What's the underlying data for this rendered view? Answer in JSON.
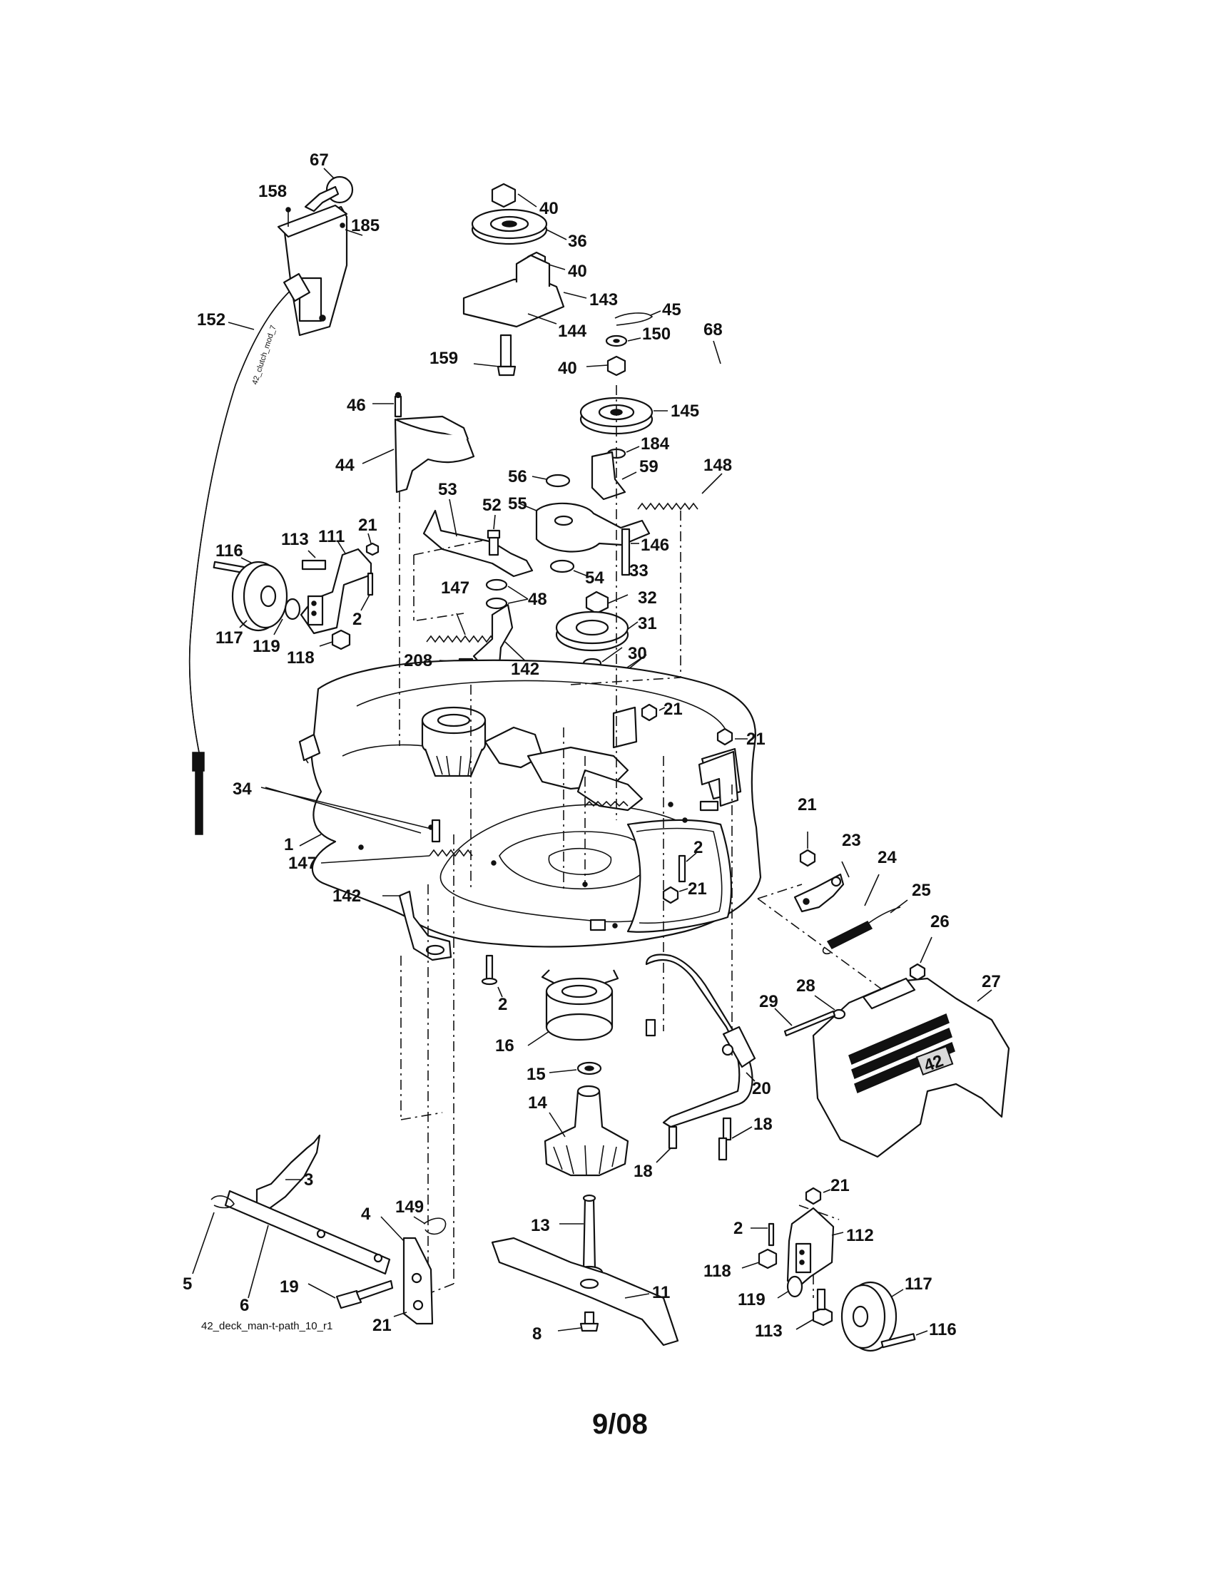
{
  "drawing_code": "42_deck_man-t-path_10_r1",
  "page_date": "9/08",
  "cable_marking": "42_clutch_mod_7",
  "deck_badge": "42",
  "labels": [
    {
      "id": "67",
      "text": "67"
    },
    {
      "id": "158",
      "text": "158"
    },
    {
      "id": "185",
      "text": "185"
    },
    {
      "id": "152",
      "text": "152"
    },
    {
      "id": "40a",
      "text": "40"
    },
    {
      "id": "36",
      "text": "36"
    },
    {
      "id": "40b",
      "text": "40"
    },
    {
      "id": "143",
      "text": "143"
    },
    {
      "id": "45",
      "text": "45"
    },
    {
      "id": "144",
      "text": "144"
    },
    {
      "id": "150",
      "text": "150"
    },
    {
      "id": "159",
      "text": "159"
    },
    {
      "id": "40c",
      "text": "40"
    },
    {
      "id": "68",
      "text": "68"
    },
    {
      "id": "145",
      "text": "145"
    },
    {
      "id": "46",
      "text": "46"
    },
    {
      "id": "44",
      "text": "44"
    },
    {
      "id": "184",
      "text": "184"
    },
    {
      "id": "56",
      "text": "56"
    },
    {
      "id": "59",
      "text": "59"
    },
    {
      "id": "148",
      "text": "148"
    },
    {
      "id": "53",
      "text": "53"
    },
    {
      "id": "52",
      "text": "52"
    },
    {
      "id": "55",
      "text": "55"
    },
    {
      "id": "146",
      "text": "146"
    },
    {
      "id": "21a",
      "text": "21"
    },
    {
      "id": "116a",
      "text": "116"
    },
    {
      "id": "113a",
      "text": "113"
    },
    {
      "id": "111",
      "text": "111"
    },
    {
      "id": "54",
      "text": "54"
    },
    {
      "id": "33",
      "text": "33"
    },
    {
      "id": "147a",
      "text": "147"
    },
    {
      "id": "48",
      "text": "48"
    },
    {
      "id": "32",
      "text": "32"
    },
    {
      "id": "2a",
      "text": "2"
    },
    {
      "id": "31",
      "text": "31"
    },
    {
      "id": "117a",
      "text": "117"
    },
    {
      "id": "119a",
      "text": "119"
    },
    {
      "id": "118a",
      "text": "118"
    },
    {
      "id": "30",
      "text": "30"
    },
    {
      "id": "208",
      "text": "208"
    },
    {
      "id": "142a",
      "text": "142"
    },
    {
      "id": "21b",
      "text": "21"
    },
    {
      "id": "21c",
      "text": "21"
    },
    {
      "id": "34",
      "text": "34"
    },
    {
      "id": "21d",
      "text": "21"
    },
    {
      "id": "1",
      "text": "1"
    },
    {
      "id": "23",
      "text": "23"
    },
    {
      "id": "2b",
      "text": "2"
    },
    {
      "id": "24",
      "text": "24"
    },
    {
      "id": "147b",
      "text": "147"
    },
    {
      "id": "21e",
      "text": "21"
    },
    {
      "id": "25",
      "text": "25"
    },
    {
      "id": "142b",
      "text": "142"
    },
    {
      "id": "26",
      "text": "26"
    },
    {
      "id": "27",
      "text": "27"
    },
    {
      "id": "28",
      "text": "28"
    },
    {
      "id": "29",
      "text": "29"
    },
    {
      "id": "2c",
      "text": "2"
    },
    {
      "id": "16",
      "text": "16"
    },
    {
      "id": "15",
      "text": "15"
    },
    {
      "id": "20",
      "text": "20"
    },
    {
      "id": "14",
      "text": "14"
    },
    {
      "id": "18a",
      "text": "18"
    },
    {
      "id": "18b",
      "text": "18"
    },
    {
      "id": "3",
      "text": "3"
    },
    {
      "id": "21f",
      "text": "21"
    },
    {
      "id": "149",
      "text": "149"
    },
    {
      "id": "4",
      "text": "4"
    },
    {
      "id": "112",
      "text": "112"
    },
    {
      "id": "13",
      "text": "13"
    },
    {
      "id": "2d",
      "text": "2"
    },
    {
      "id": "5",
      "text": "5"
    },
    {
      "id": "6",
      "text": "6"
    },
    {
      "id": "118b",
      "text": "118"
    },
    {
      "id": "19",
      "text": "19"
    },
    {
      "id": "117b",
      "text": "117"
    },
    {
      "id": "11",
      "text": "11"
    },
    {
      "id": "119b",
      "text": "119"
    },
    {
      "id": "21g",
      "text": "21"
    },
    {
      "id": "113b",
      "text": "113"
    },
    {
      "id": "116b",
      "text": "116"
    },
    {
      "id": "8",
      "text": "8"
    }
  ]
}
